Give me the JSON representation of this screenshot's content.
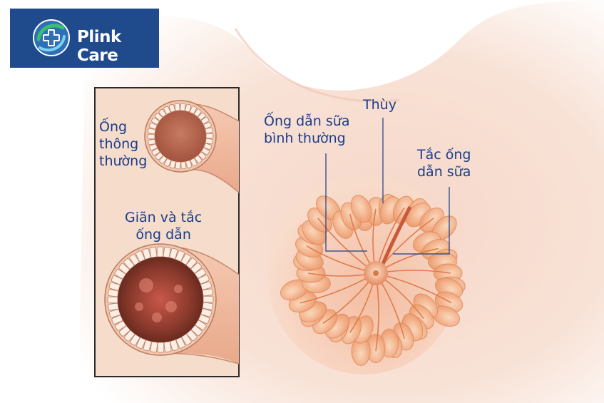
{
  "brand": {
    "name": "Plink Care",
    "colors": {
      "logo_bg": "#1f4a8c",
      "label_text": "#1a3d8a"
    }
  },
  "inset": {
    "normal_duct_label": "Ống\nthông\nthường",
    "dilated_duct_label": "Giãn và tắc\nống dẫn"
  },
  "main": {
    "normal_duct_label": "Ống dẫn sữa\nbình thường",
    "lobule_label": "Thùy",
    "blocked_duct_label": "Tắc ống\ndẫn sữa"
  }
}
